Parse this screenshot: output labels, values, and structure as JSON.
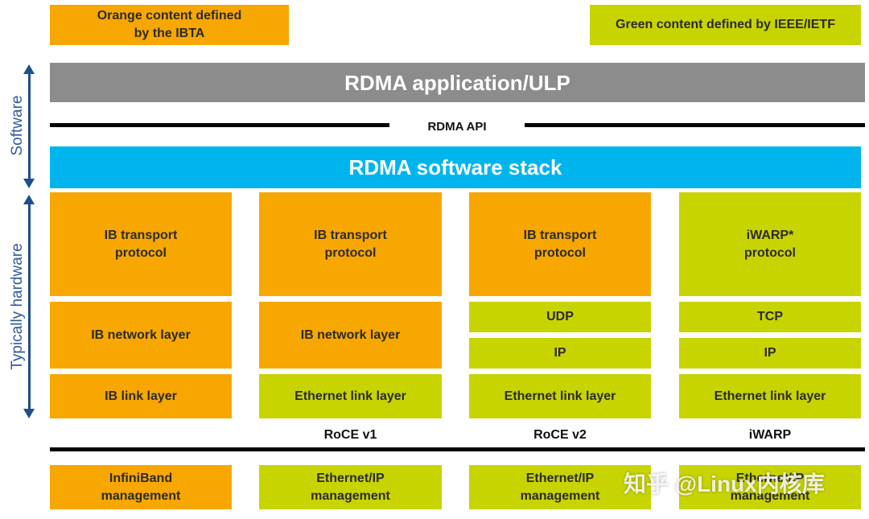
{
  "legend": {
    "orange": "Orange content defined\nby the IBTA",
    "green": "Green content defined by IEEE/IETF"
  },
  "side_labels": {
    "software": "Software",
    "hardware": "Typically hardware"
  },
  "app_layer": "RDMA application/ULP",
  "api": "RDMA API",
  "stack": "RDMA software stack",
  "columns": [
    {
      "transport": "IB transport\nprotocol",
      "network": "IB network layer",
      "link": "IB link layer",
      "name": "",
      "management": "InfiniBand\nmanagement"
    },
    {
      "transport": "IB transport\nprotocol",
      "network": "IB network layer",
      "link": "Ethernet link layer",
      "name": "RoCE v1",
      "management": "Ethernet/IP\nmanagement"
    },
    {
      "transport": "IB transport\nprotocol",
      "upper": "UDP",
      "lower": "IP",
      "link": "Ethernet link layer",
      "name": "RoCE v2",
      "management": "Ethernet/IP\nmanagement"
    },
    {
      "transport": "iWARP*\nprotocol",
      "upper": "TCP",
      "lower": "IP",
      "link": "Ethernet link layer",
      "name": "iWARP",
      "management": "Ethernet/IP\nmanagement"
    }
  ],
  "watermark": "知乎 @Linux内核库",
  "colors": {
    "orange": "#f7a700",
    "green": "#c8d400",
    "gray": "#8c8c8c",
    "blue": "#00b5ee",
    "arrow": "#1f4e8c"
  }
}
